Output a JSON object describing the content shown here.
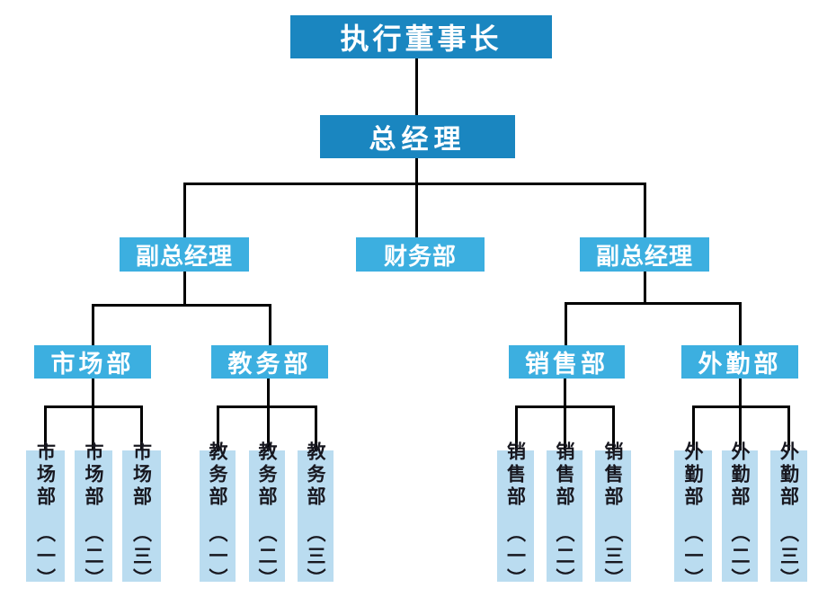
{
  "palette": {
    "level_dark_bg": "#1a86c0",
    "level_mid_bg": "#3cafe0",
    "leaf_bg": "#badcf0",
    "line_color": "#000000",
    "node_text": "#ffffff",
    "leaf_text": "#17171f"
  },
  "org": {
    "level1": {
      "label": "执行董事长"
    },
    "level2": {
      "label": "总经理"
    },
    "level3": [
      {
        "label": "副总经理"
      },
      {
        "label": "财务部"
      },
      {
        "label": "副总经理"
      }
    ],
    "level4": [
      {
        "label": "市场部"
      },
      {
        "label": "教务部"
      },
      {
        "label": "销售部"
      },
      {
        "label": "外勤部"
      }
    ],
    "level5": [
      {
        "name": "市场部",
        "number": "（一）"
      },
      {
        "name": "市场部",
        "number": "（二）"
      },
      {
        "name": "市场部",
        "number": "（三）"
      },
      {
        "name": "教务部",
        "number": "（一）"
      },
      {
        "name": "教务部",
        "number": "（二）"
      },
      {
        "name": "教务部",
        "number": "（三）"
      },
      {
        "name": "销售部",
        "number": "（一）"
      },
      {
        "name": "销售部",
        "number": "（二）"
      },
      {
        "name": "销售部",
        "number": "（三）"
      },
      {
        "name": "外勤部",
        "number": "（一）"
      },
      {
        "name": "外勤部",
        "number": "（二）"
      },
      {
        "name": "外勤部",
        "number": "（三）"
      }
    ],
    "hierarchy": {
      "执行董事长": [
        "总经理"
      ],
      "总经理": [
        "副总经理",
        "财务部",
        "副总经理"
      ],
      "副总经理(左)": [
        "市场部",
        "教务部"
      ],
      "副总经理(右)": [
        "销售部",
        "外勤部"
      ],
      "市场部": [
        "市场部（一）",
        "市场部（二）",
        "市场部（三）"
      ],
      "教务部": [
        "教务部（一）",
        "教务部（二）",
        "教务部（三）"
      ],
      "销售部": [
        "销售部（一）",
        "销售部（二）",
        "销售部（三）"
      ],
      "外勤部": [
        "外勤部（一）",
        "外勤部（二）",
        "外勤部（三）"
      ]
    }
  }
}
